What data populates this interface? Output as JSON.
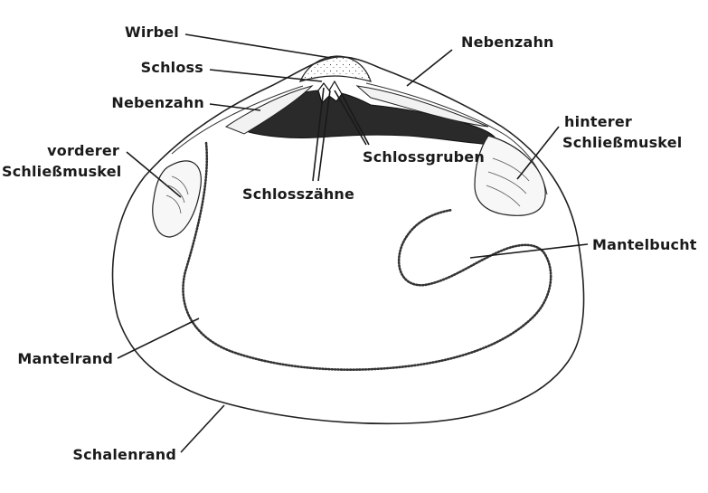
{
  "labels": {
    "wirbel": "Wirbel",
    "schloss": "Schloss",
    "nebenzahn_left": "Nebenzahn",
    "nebenzahn_right": "Nebenzahn",
    "vorderer_line1": "vorderer",
    "vorderer_line2": "Schließmuskel",
    "hinterer_line1": "hinterer",
    "hinterer_line2": "Schließmuskel",
    "schlossgruben": "Schlossgruben",
    "schlosszaehne": "Schlosszähne",
    "mantelbucht": "Mantelbucht",
    "mantelrand": "Mantelrand",
    "schalenrand": "Schalenrand"
  }
}
